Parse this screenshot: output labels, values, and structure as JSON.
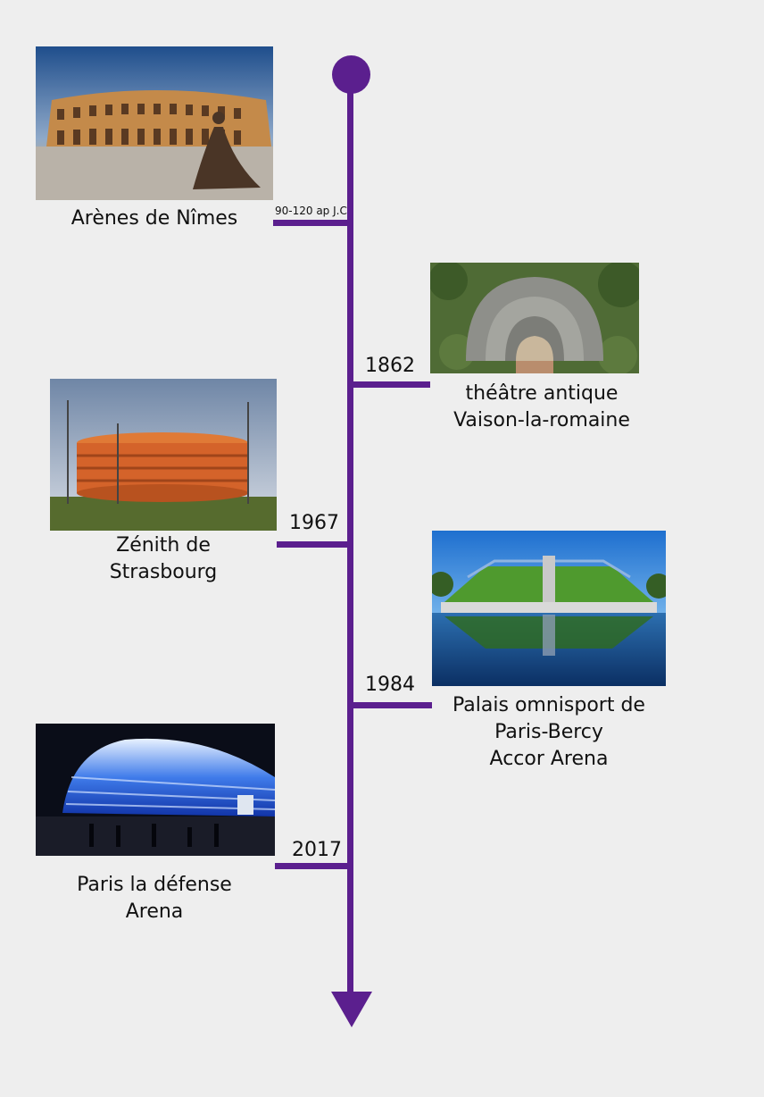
{
  "timeline": {
    "color": "#5b1f8e",
    "events": [
      {
        "date": "90-120 ap J.C",
        "name": "Arènes de Nîmes"
      },
      {
        "date": "1862",
        "name": "théâtre antique\nVaison-la-romaine"
      },
      {
        "date": "1967",
        "name": "Zénith de\nStrasbourg"
      },
      {
        "date": "1984",
        "name": "Palais omnisport de\nParis-Bercy\nAccor Arena"
      },
      {
        "date": "2017",
        "name": "Paris la défense\nArena"
      }
    ]
  }
}
